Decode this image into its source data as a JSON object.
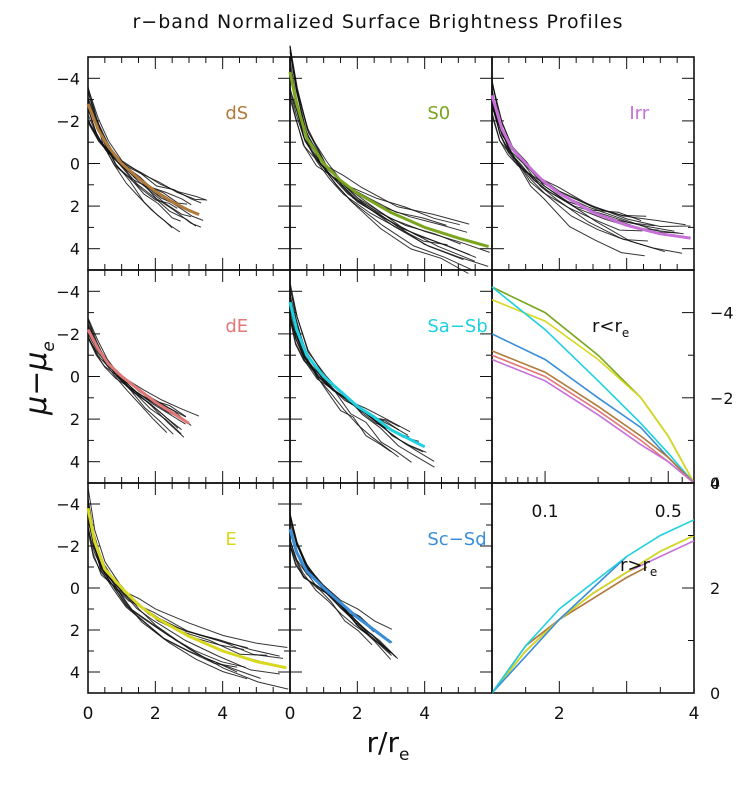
{
  "title": "r−band Normalized Surface Brightness Profiles",
  "ylabel_main": "μ−μ",
  "ylabel_sub": "e",
  "xlabel_main": "r/r",
  "xlabel_sub": "e",
  "colors": {
    "dS": "#b07a3a",
    "S0": "#7aa51e",
    "Irr": "#c770d8",
    "dE": "#e07878",
    "SaSb": "#1fd0e0",
    "E": "#d8d820",
    "ScSd": "#3a8ed8"
  },
  "chart_data": [
    {
      "type": "line",
      "panel": "dS",
      "label": "dS",
      "xlim": [
        0,
        6
      ],
      "ylim": [
        5,
        -5
      ],
      "yticks": [
        -4,
        -2,
        0,
        2,
        4
      ],
      "ytick_labels": [
        "−4",
        "−2",
        "0",
        "2",
        "4"
      ],
      "series": [
        {
          "x": [
            0,
            0.3,
            0.6,
            1,
            1.5,
            2,
            2.5,
            3,
            3.3
          ],
          "y": [
            -2.8,
            -1.6,
            -0.8,
            0,
            0.7,
            1.3,
            1.8,
            2.2,
            2.4
          ]
        }
      ]
    },
    {
      "type": "line",
      "panel": "S0",
      "label": "S0",
      "xlim": [
        0,
        6
      ],
      "ylim": [
        5,
        -5
      ],
      "series": [
        {
          "x": [
            0,
            0.2,
            0.5,
            1,
            1.5,
            2,
            3,
            4,
            5,
            5.9
          ],
          "y": [
            -4.3,
            -2.8,
            -1.2,
            0,
            0.8,
            1.4,
            2.3,
            3,
            3.5,
            3.9
          ]
        }
      ]
    },
    {
      "type": "line",
      "panel": "Irr",
      "label": "Irr",
      "xlim": [
        0,
        6
      ],
      "ylim": [
        5,
        -5
      ],
      "series": [
        {
          "x": [
            0,
            0.3,
            0.6,
            1,
            1.5,
            2,
            3,
            4,
            5,
            5.9
          ],
          "y": [
            -3.2,
            -1.6,
            -0.7,
            0,
            0.8,
            1.4,
            2.3,
            2.9,
            3.3,
            3.5
          ]
        }
      ]
    },
    {
      "type": "line",
      "panel": "dE",
      "label": "dE",
      "xlim": [
        0,
        6
      ],
      "ylim": [
        5,
        -5
      ],
      "yticks": [
        -4,
        -2,
        0,
        2,
        4
      ],
      "ytick_labels": [
        "−4",
        "−2",
        "0",
        "2",
        "4"
      ],
      "series": [
        {
          "x": [
            0,
            0.3,
            0.6,
            1,
            1.5,
            2,
            2.5,
            3
          ],
          "y": [
            -2.2,
            -1.3,
            -0.6,
            0,
            0.6,
            1.2,
            1.7,
            2.2
          ]
        }
      ]
    },
    {
      "type": "line",
      "panel": "SaSb",
      "label": "Sa−Sb",
      "xlim": [
        0,
        6
      ],
      "ylim": [
        5,
        -5
      ],
      "series": [
        {
          "x": [
            0,
            0.2,
            0.5,
            1,
            1.5,
            2,
            2.5,
            3,
            3.5,
            4
          ],
          "y": [
            -3.5,
            -2.2,
            -1.0,
            0,
            0.7,
            1.4,
            1.9,
            2.5,
            2.9,
            3.3
          ]
        }
      ]
    },
    {
      "type": "line",
      "panel": "E",
      "label": "E",
      "xlim": [
        0,
        6
      ],
      "ylim": [
        5,
        -5
      ],
      "yticks": [
        -4,
        -2,
        0,
        2,
        4
      ],
      "ytick_labels": [
        "−4",
        "−2",
        "0",
        "2",
        "4"
      ],
      "xticks": [
        0,
        2,
        4
      ],
      "xtick_labels": [
        "0",
        "2",
        "4"
      ],
      "series": [
        {
          "x": [
            0,
            0.2,
            0.5,
            1,
            1.5,
            2,
            3,
            4,
            5,
            5.9
          ],
          "y": [
            -3.8,
            -2.2,
            -0.9,
            0,
            0.8,
            1.4,
            2.3,
            3.0,
            3.5,
            3.8
          ]
        }
      ]
    },
    {
      "type": "line",
      "panel": "ScSd",
      "label": "Sc−Sd",
      "xlim": [
        0,
        6
      ],
      "ylim": [
        5,
        -5
      ],
      "xticks": [
        0,
        2,
        4
      ],
      "xtick_labels": [
        "0",
        "2",
        "4"
      ],
      "series": [
        {
          "x": [
            0,
            0.2,
            0.5,
            1,
            1.5,
            2,
            2.5,
            3
          ],
          "y": [
            -2.8,
            -1.7,
            -0.8,
            0,
            0.7,
            1.4,
            2.0,
            2.6
          ]
        }
      ]
    },
    {
      "type": "line",
      "panel": "inner",
      "label": "r<r",
      "label_sub": "e",
      "x_scale": "log",
      "xlim": [
        0.05,
        0.7
      ],
      "ylim": [
        0,
        -5
      ],
      "yticks": [
        -4,
        -2,
        0
      ],
      "ytick_labels": [
        "−4",
        "−2",
        "0"
      ],
      "xticks": [
        0.1,
        0.5
      ],
      "xtick_labels": [
        "0.1",
        "0.5"
      ],
      "series": [
        {
          "color": "#7aa51e",
          "x": [
            0.05,
            0.1,
            0.2,
            0.35,
            0.5,
            0.7
          ],
          "y": [
            -4.6,
            -4.0,
            -3.0,
            -2.0,
            -1.1,
            0
          ]
        },
        {
          "color": "#d8d820",
          "x": [
            0.05,
            0.1,
            0.2,
            0.35,
            0.5,
            0.7
          ],
          "y": [
            -4.3,
            -3.8,
            -2.9,
            -2.0,
            -1.1,
            0
          ]
        },
        {
          "color": "#1fd0e0",
          "x": [
            0.05,
            0.1,
            0.2,
            0.35,
            0.5,
            0.7
          ],
          "y": [
            -4.6,
            -3.6,
            -2.4,
            -1.4,
            -0.7,
            0
          ]
        },
        {
          "color": "#3a8ed8",
          "x": [
            0.05,
            0.1,
            0.2,
            0.35,
            0.5,
            0.7
          ],
          "y": [
            -3.5,
            -2.9,
            -2.0,
            -1.3,
            -0.6,
            0
          ]
        },
        {
          "color": "#b07a3a",
          "x": [
            0.05,
            0.1,
            0.2,
            0.35,
            0.5,
            0.7
          ],
          "y": [
            -3.1,
            -2.6,
            -1.8,
            -1.1,
            -0.6,
            0
          ]
        },
        {
          "color": "#e07878",
          "x": [
            0.05,
            0.1,
            0.2,
            0.35,
            0.5,
            0.7
          ],
          "y": [
            -3.0,
            -2.5,
            -1.7,
            -1.0,
            -0.5,
            0
          ]
        },
        {
          "color": "#c770d8",
          "x": [
            0.05,
            0.1,
            0.2,
            0.35,
            0.5,
            0.7
          ],
          "y": [
            -2.9,
            -2.4,
            -1.6,
            -0.9,
            -0.5,
            0
          ]
        }
      ]
    },
    {
      "type": "line",
      "panel": "outer",
      "label": "r>r",
      "label_sub": "e",
      "xlim": [
        1,
        4
      ],
      "ylim": [
        4,
        0
      ],
      "yticks": [
        0,
        2,
        4
      ],
      "ytick_labels": [
        "0",
        "2",
        "4"
      ],
      "xticks": [
        2,
        4
      ],
      "xtick_labels": [
        "2",
        "4"
      ],
      "series": [
        {
          "color": "#e07878",
          "x": [
            1,
            1.5,
            2,
            2.5,
            3
          ],
          "y": [
            0,
            0.9,
            1.4,
            1.8,
            2.2
          ]
        },
        {
          "color": "#b07a3a",
          "x": [
            1,
            1.5,
            2,
            2.5,
            3,
            3.3
          ],
          "y": [
            0,
            0.9,
            1.4,
            1.8,
            2.2,
            2.4
          ]
        },
        {
          "color": "#c770d8",
          "x": [
            1,
            1.5,
            2,
            2.5,
            3,
            3.5,
            4
          ],
          "y": [
            0,
            0.8,
            1.4,
            1.9,
            2.3,
            2.6,
            2.9
          ]
        },
        {
          "color": "#7aa51e",
          "x": [
            1,
            1.5,
            2,
            2.5,
            3,
            3.5,
            4
          ],
          "y": [
            0,
            0.8,
            1.4,
            1.9,
            2.3,
            2.7,
            3.0
          ]
        },
        {
          "color": "#d8d820",
          "x": [
            1,
            1.5,
            2,
            2.5,
            3,
            3.5,
            4
          ],
          "y": [
            0,
            0.8,
            1.4,
            1.9,
            2.3,
            2.7,
            3.0
          ]
        },
        {
          "color": "#3a8ed8",
          "x": [
            1,
            1.5,
            2,
            2.5,
            3
          ],
          "y": [
            0,
            0.7,
            1.4,
            2.0,
            2.6
          ]
        },
        {
          "color": "#1fd0e0",
          "x": [
            1,
            1.5,
            2,
            2.5,
            3,
            3.5,
            4
          ],
          "y": [
            0,
            0.9,
            1.6,
            2.1,
            2.6,
            3.0,
            3.3
          ]
        }
      ]
    }
  ]
}
